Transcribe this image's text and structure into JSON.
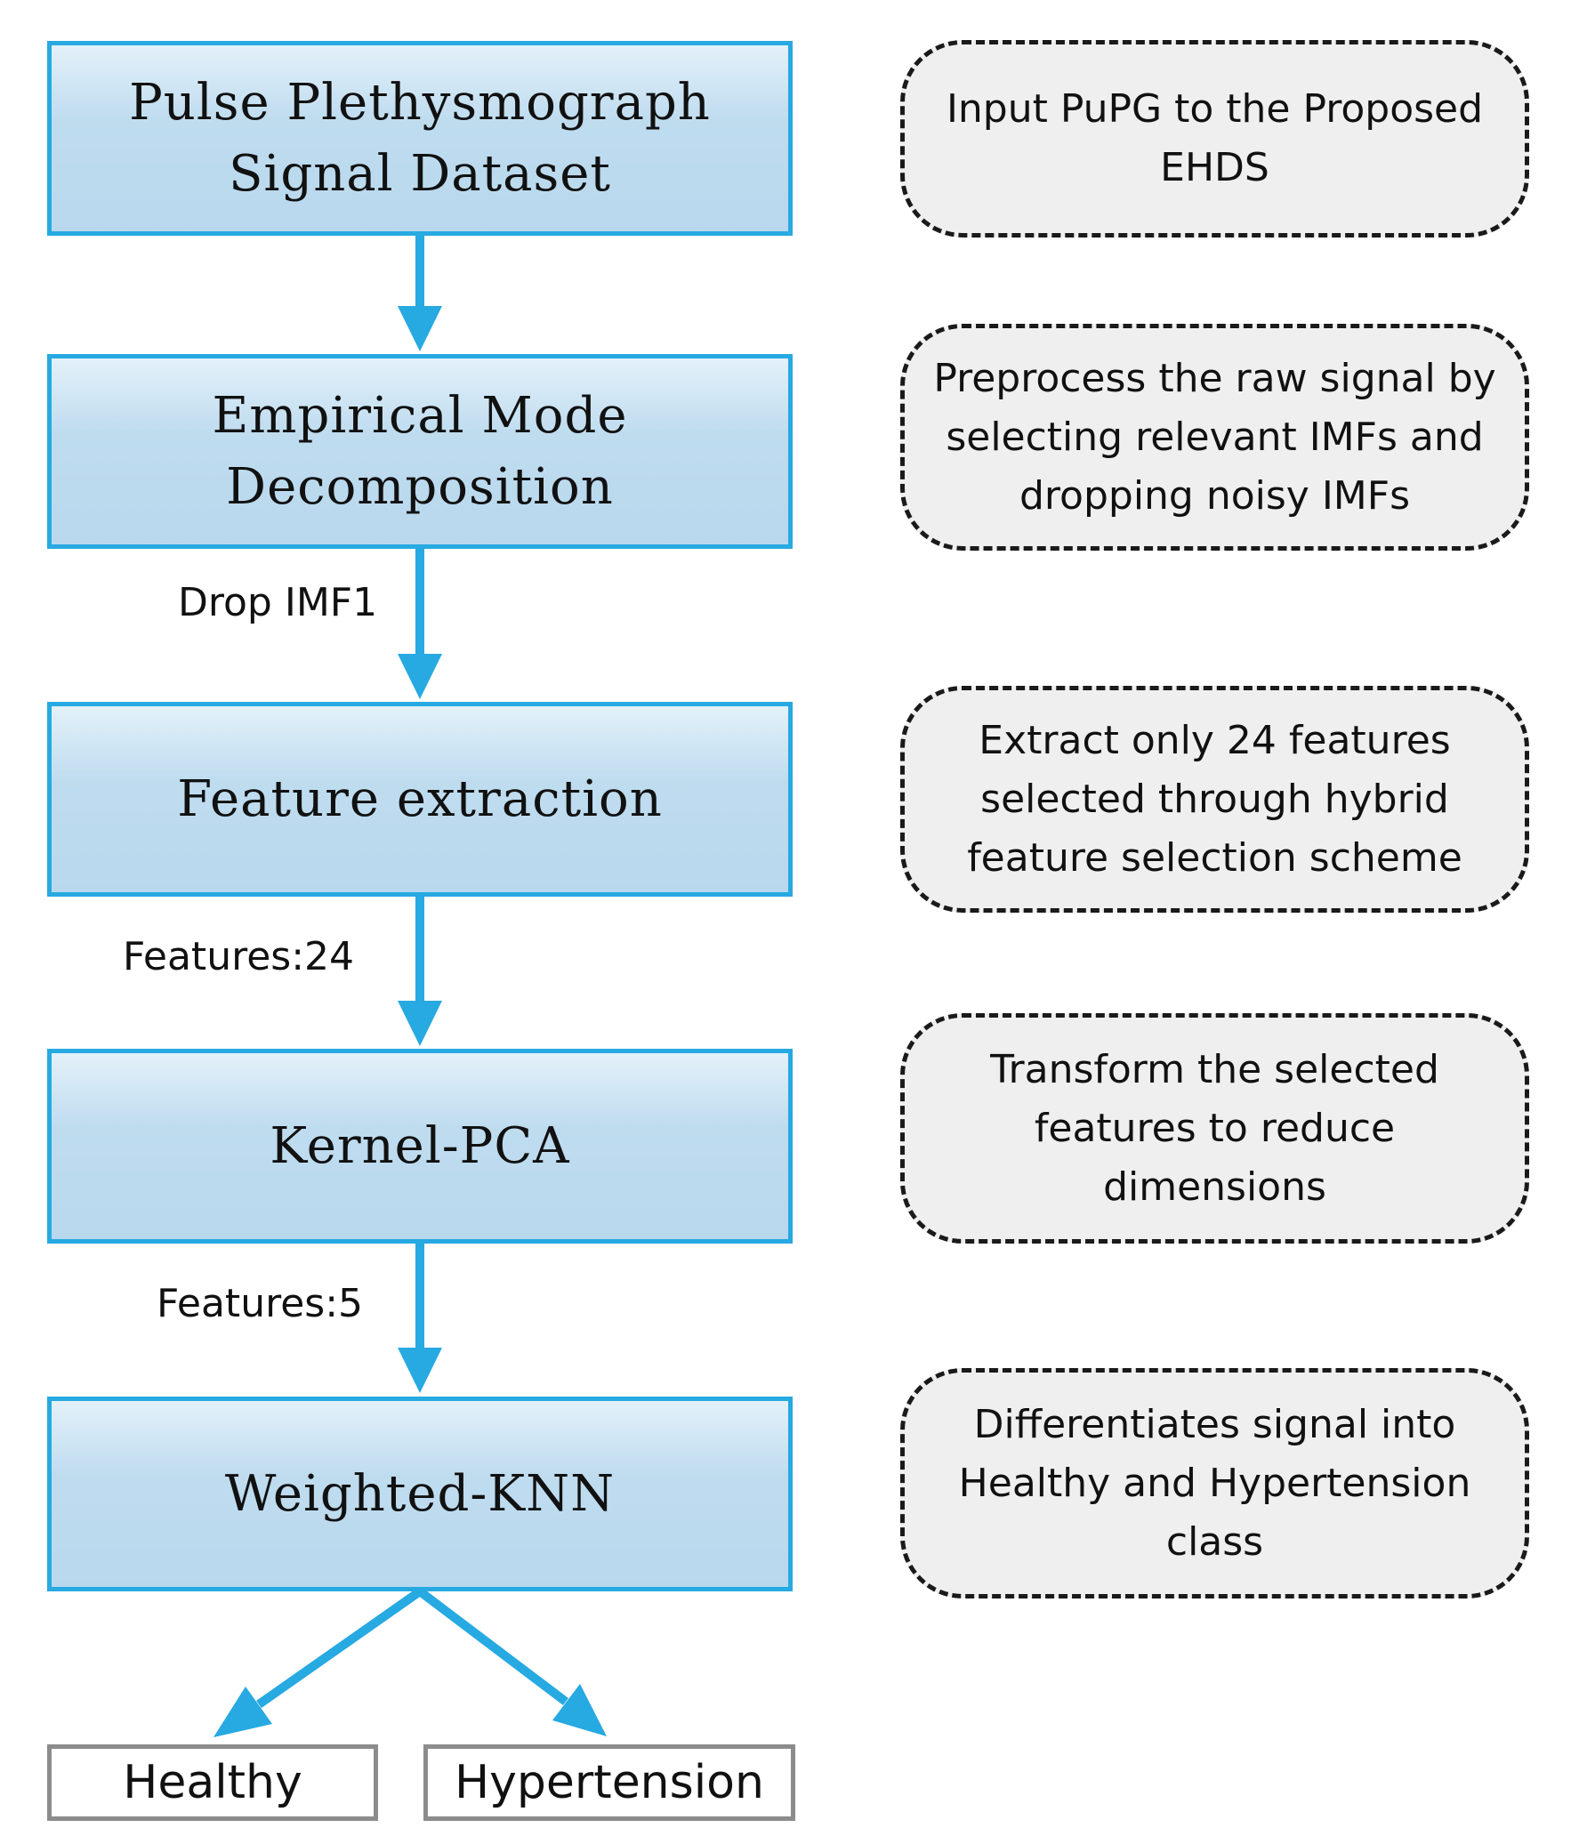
{
  "steps": [
    {
      "label": "Pulse Plethysmograph\nSignal Dataset"
    },
    {
      "label": "Empirical Mode\nDecomposition"
    },
    {
      "label": "Feature extraction"
    },
    {
      "label": "Kernel-PCA"
    },
    {
      "label": "Weighted-KNN"
    }
  ],
  "notes": [
    {
      "text": "Input PuPG to the Proposed\nEHDS"
    },
    {
      "text": "Preprocess the raw signal by\nselecting relevant IMFs and\ndropping noisy IMFs"
    },
    {
      "text": "Extract only 24 features\nselected through hybrid\nfeature selection scheme"
    },
    {
      "text": "Transform the selected\nfeatures to reduce\ndimensions"
    },
    {
      "text": "Differentiates signal into\nHealthy and Hypertension\nclass"
    }
  ],
  "flow_labels": {
    "drop_imf1": "Drop IMF1",
    "features_24": "Features:24",
    "features_5": "Features:5"
  },
  "outcomes": {
    "healthy": "Healthy",
    "hypertension": "Hypertension"
  },
  "colors": {
    "arrow": "#27a9e1",
    "step_border": "#27a9e1",
    "step_fill": "#bfdcef",
    "note_fill": "#efefef",
    "note_border": "#1a1a1a",
    "outcome_border": "#8c8c8c"
  }
}
